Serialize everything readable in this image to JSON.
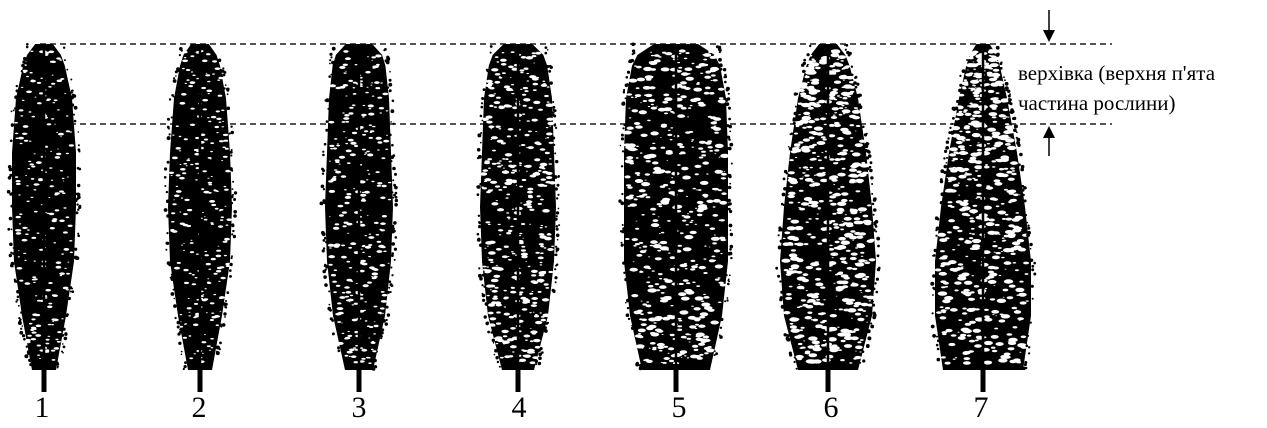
{
  "annotation": {
    "line1": "верхівка (верхня п'ята",
    "line2": "частина рослини)"
  },
  "trees": [
    {
      "label": "1"
    },
    {
      "label": "2"
    },
    {
      "label": "3"
    },
    {
      "label": "4"
    },
    {
      "label": "5"
    },
    {
      "label": "6"
    },
    {
      "label": "7"
    }
  ],
  "colors": {
    "foliage": "#000000",
    "guide_line": "#555555",
    "background": "#ffffff"
  }
}
